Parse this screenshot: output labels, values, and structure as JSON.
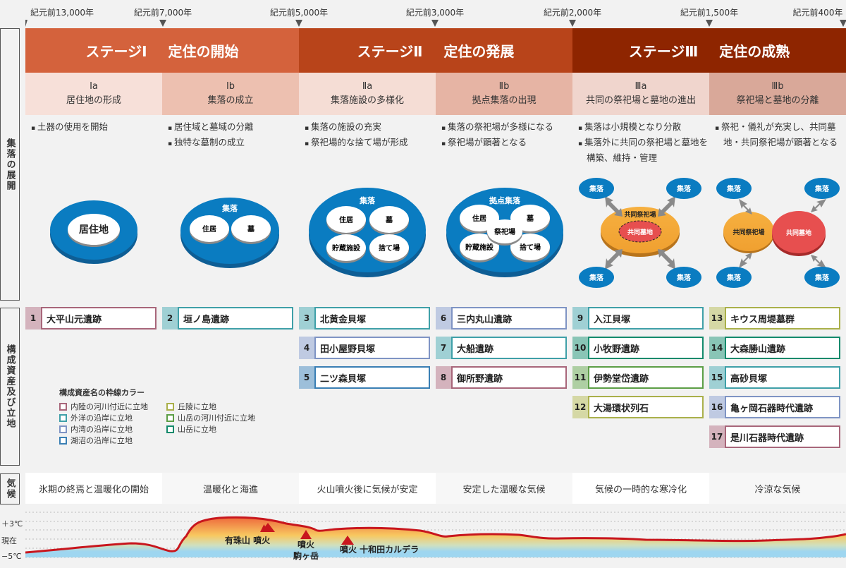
{
  "timeline": {
    "eras": [
      "紀元前13,000年",
      "紀元前7,000年",
      "紀元前5,000年",
      "紀元前3,000年",
      "紀元前2,000年",
      "紀元前1,500年",
      "紀元前400年"
    ]
  },
  "stages": [
    {
      "name": "ステージⅠ",
      "title": "定住の開始",
      "color": "#d4623c"
    },
    {
      "name": "ステージⅡ",
      "title": "定住の発展",
      "color": "#b8441a"
    },
    {
      "name": "ステージⅢ",
      "title": "定住の成熟",
      "color": "#8e2500"
    }
  ],
  "substages": [
    {
      "code": "Ⅰa",
      "title": "居住地の形成",
      "bg": "#f7e0d9",
      "bullets": [
        "土器の使用を開始"
      ]
    },
    {
      "code": "Ⅰb",
      "title": "集落の成立",
      "bg": "#edc0b0",
      "bullets": [
        "居住域と墓域の分離",
        "独特な墓制の成立"
      ]
    },
    {
      "code": "Ⅱa",
      "title": "集落施設の多様化",
      "bg": "#f5ddd5",
      "bullets": [
        "集落の施設の充実",
        "祭祀場的な捨て場が形成"
      ]
    },
    {
      "code": "Ⅱb",
      "title": "拠点集落の出現",
      "bg": "#e6b4a4",
      "bullets": [
        "集落の祭祀場が多様になる",
        "祭祀場が顕著となる"
      ]
    },
    {
      "code": "Ⅲa",
      "title": "共同の祭祀場と墓地の進出",
      "bg": "#f0d5cd",
      "bullets": [
        "集落は小規模となり分散",
        "集落外に共同の祭祀場と墓地を構築、維持・管理"
      ]
    },
    {
      "code": "Ⅲb",
      "title": "祭祀場と墓地の分離",
      "bg": "#d9a899",
      "bullets": [
        "祭祀・儀礼が充実し、共同墓地・共同祭祀場が顕著となる"
      ]
    }
  ],
  "side_labels": {
    "settlement": "集落の展開",
    "assets": "構成資産及び立地",
    "climate": "気候"
  },
  "diagrams": {
    "d1": {
      "center": "居住地"
    },
    "d2": {
      "outer": "集落",
      "items": [
        "住居",
        "墓"
      ]
    },
    "d3": {
      "outer": "集落",
      "items": [
        "住居",
        "墓",
        "貯蔵施設",
        "捨て場"
      ]
    },
    "d4": {
      "outer": "拠点集落",
      "items": [
        "住居",
        "墓",
        "貯蔵施設",
        "捨て場"
      ],
      "center": "祭祀場"
    },
    "d5": {
      "satellite": "集落",
      "ring": "共同祭祀場",
      "core": "共同墓地"
    },
    "d6": {
      "satellite": "集落",
      "left": "共同祭祀場",
      "right": "共同墓地"
    }
  },
  "location_colors": {
    "inland_river": "#a8667a",
    "outer_coast": "#3fa0a8",
    "inner_bay": "#7f94c4",
    "lake": "#3a7fb4",
    "hill": "#aab04a",
    "mountain_river": "#5c9e46",
    "mountain": "#138a6c"
  },
  "sites": [
    {
      "num": "1",
      "name": "大平山元遺跡",
      "loc": "inland_river"
    },
    {
      "num": "2",
      "name": "垣ノ島遺跡",
      "loc": "outer_coast"
    },
    {
      "num": "3",
      "name": "北黄金貝塚",
      "loc": "outer_coast"
    },
    {
      "num": "4",
      "name": "田小屋野貝塚",
      "loc": "inner_bay"
    },
    {
      "num": "5",
      "name": "二ツ森貝塚",
      "loc": "lake"
    },
    {
      "num": "6",
      "name": "三内丸山遺跡",
      "loc": "inner_bay"
    },
    {
      "num": "7",
      "name": "大船遺跡",
      "loc": "outer_coast"
    },
    {
      "num": "8",
      "name": "御所野遺跡",
      "loc": "inland_river"
    },
    {
      "num": "9",
      "name": "入江貝塚",
      "loc": "outer_coast"
    },
    {
      "num": "10",
      "name": "小牧野遺跡",
      "loc": "mountain"
    },
    {
      "num": "11",
      "name": "伊勢堂岱遺跡",
      "loc": "mountain_river"
    },
    {
      "num": "12",
      "name": "大湯環状列石",
      "loc": "hill"
    },
    {
      "num": "13",
      "name": "キウス周堤墓群",
      "loc": "hill"
    },
    {
      "num": "14",
      "name": "大森勝山遺跡",
      "loc": "mountain"
    },
    {
      "num": "15",
      "name": "高砂貝塚",
      "loc": "outer_coast"
    },
    {
      "num": "16",
      "name": "亀ヶ岡石器時代遺跡",
      "loc": "inner_bay"
    },
    {
      "num": "17",
      "name": "是川石器時代遺跡",
      "loc": "inland_river"
    }
  ],
  "legend": {
    "title": "構成資産名の枠線カラー",
    "left": [
      {
        "label": "内陸の河川付近に立地",
        "loc": "inland_river"
      },
      {
        "label": "外洋の沿岸に立地",
        "loc": "outer_coast"
      },
      {
        "label": "内湾の沿岸に立地",
        "loc": "inner_bay"
      },
      {
        "label": "湖沼の沿岸に立地",
        "loc": "lake"
      }
    ],
    "right": [
      {
        "label": "丘陵に立地",
        "loc": "hill"
      },
      {
        "label": "山岳の河川付近に立地",
        "loc": "mountain_river"
      },
      {
        "label": "山岳に立地",
        "loc": "mountain"
      }
    ]
  },
  "climate": {
    "descriptions": [
      "氷期の終焉と温暖化の開始",
      "温暖化と海進",
      "火山噴火後に気候が安定",
      "安定した温暖な気候",
      "気候の一時的な寒冷化",
      "冷涼な気候"
    ],
    "y_labels": {
      "plus3": "＋3℃",
      "now": "現在",
      "minus5": "−5℃"
    },
    "eruptions": [
      {
        "label": "有珠山 噴火"
      },
      {
        "label_top": "噴火",
        "label_bottom": "駒ヶ岳"
      },
      {
        "label": "噴火 十和田カルデラ"
      }
    ],
    "line_color": "#c8161d"
  }
}
